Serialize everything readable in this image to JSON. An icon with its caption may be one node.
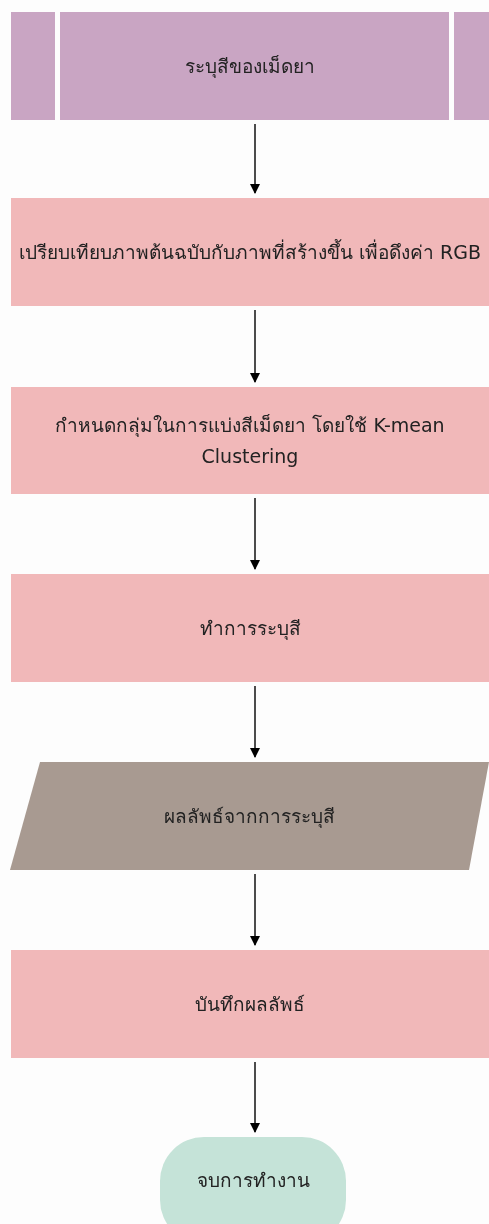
{
  "diagram": {
    "nodes": [
      {
        "text": [
          "ระบุสีของเม็ดยา"
        ]
      },
      {
        "text": [
          "เปรียบเทียบภาพต้นฉบับกับภาพที่สร้างขึ้น เพื่อดึงค่า RGB"
        ]
      },
      {
        "text": [
          "กำหนดกลุ่มในการแบ่งสีเม็ดยา โดยใช้ K-mean Clustering"
        ]
      },
      {
        "text": [
          "ทำการระบุสี"
        ]
      },
      {
        "text": [
          "ผลลัพธ์จากการระบุสี"
        ]
      },
      {
        "text": [
          "บันทึกผลลัพธ์"
        ]
      },
      {
        "text": [
          "จบการทำงาน"
        ]
      }
    ],
    "edges": [
      {
        "from": 0,
        "to": 1,
        "arrow": "to"
      },
      {
        "from": 1,
        "to": 2,
        "arrow": "to"
      },
      {
        "from": 2,
        "to": 3,
        "arrow": "to"
      },
      {
        "from": 3,
        "to": 4,
        "arrow": "to"
      },
      {
        "from": 4,
        "to": 5,
        "arrow": "to"
      },
      {
        "from": 5,
        "to": 6,
        "arrow": "to"
      }
    ]
  }
}
